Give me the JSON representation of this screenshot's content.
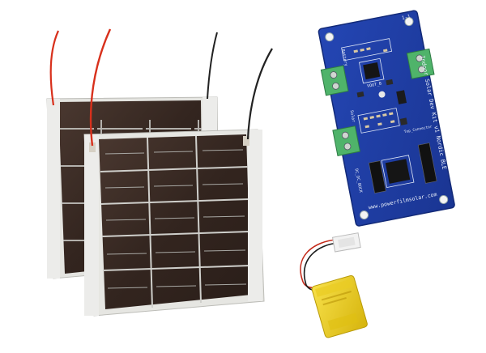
{
  "photo": {
    "subject": "indoor solar development kit",
    "background_color": "#ffffff"
  },
  "board": {
    "website_text": "www.powerfilmsolar.com",
    "title_text": "Indoor Solar Dev Kit v1 Nordic BLE",
    "revision_text": "1-1",
    "label_battery": "Battery",
    "label_solar": "Solar",
    "label_vout": "VOUT_B",
    "label_dc": "DC_DC_BUCK",
    "label_conn": "Top_Connector",
    "pcb_color": "#1f3fa6",
    "terminal_color": "#4fb36a"
  },
  "solar_panels": {
    "count": 2,
    "cell_color": "#3a2a24",
    "frame_color": "#dcdcd8",
    "wire_colors": [
      "#d8301c",
      "#222222"
    ]
  },
  "battery": {
    "wrap_color": "#f2d21a"
  }
}
